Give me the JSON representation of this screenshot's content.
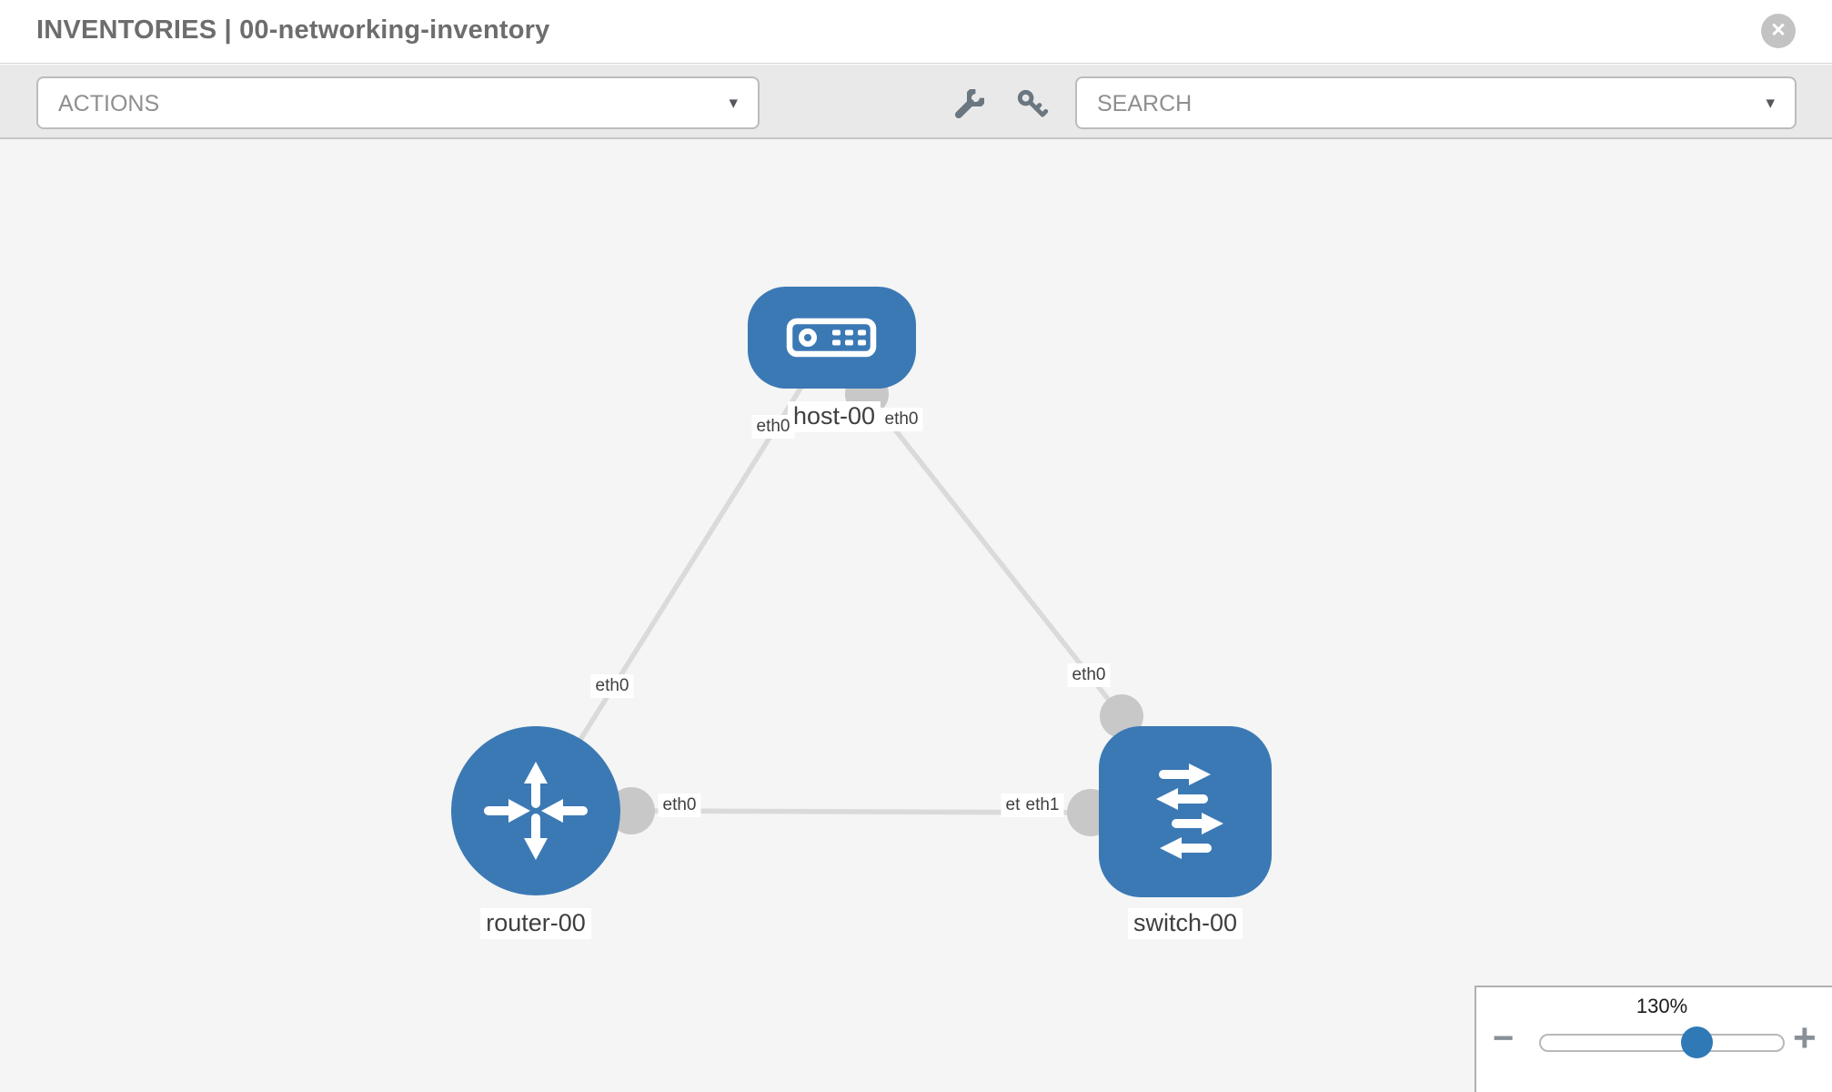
{
  "window": {
    "title": "INVENTORIES | 00-networking-inventory"
  },
  "icons": {
    "close": "✕",
    "dropdown_caret": "▾",
    "zoom_out": "−",
    "zoom_in": "+",
    "toolbar_icons": [
      "wrench-icon",
      "key-icon"
    ]
  },
  "toolbar": {
    "actions_label": "ACTIONS",
    "search_label": "SEARCH"
  },
  "zoom_control": {
    "value": "130%"
  },
  "topology": {
    "nodes": [
      {
        "id": "host-00",
        "label": "host-00",
        "type": "host",
        "shape": "rounded-rect"
      },
      {
        "id": "router-00",
        "label": "router-00",
        "type": "router",
        "shape": "circle"
      },
      {
        "id": "switch-00",
        "label": "switch-00",
        "type": "switch",
        "shape": "rounded-square"
      }
    ],
    "links": [
      {
        "source": "host-00",
        "target": "router-00"
      },
      {
        "source": "host-00",
        "target": "switch-00"
      },
      {
        "source": "router-00",
        "target": "switch-00"
      }
    ],
    "interface_labels": [
      {
        "text": "eth0",
        "link": "host-00/router-00",
        "near": "host-00"
      },
      {
        "text": "eth0",
        "link": "host-00/switch-00",
        "near": "host-00"
      },
      {
        "text": "eth0",
        "link": "host-00/router-00",
        "near": "router-00"
      },
      {
        "text": "eth0",
        "link": "host-00/switch-00",
        "near": "switch-00"
      },
      {
        "text": "eth0",
        "link": "router-00/switch-00",
        "near": "router-00"
      },
      {
        "text": "eth0",
        "link": "router-00/switch-00",
        "near": "switch-00"
      },
      {
        "text": "eth1",
        "link": "router-00/switch-00",
        "near": "switch-00"
      }
    ]
  },
  "colors": {
    "node_blue": "#3b79b5",
    "link_gray": "#dadada",
    "interface_gray": "#c8c8c8",
    "slider_thumb": "#2f79b6",
    "canvas_bg": "#f4f5f4"
  }
}
